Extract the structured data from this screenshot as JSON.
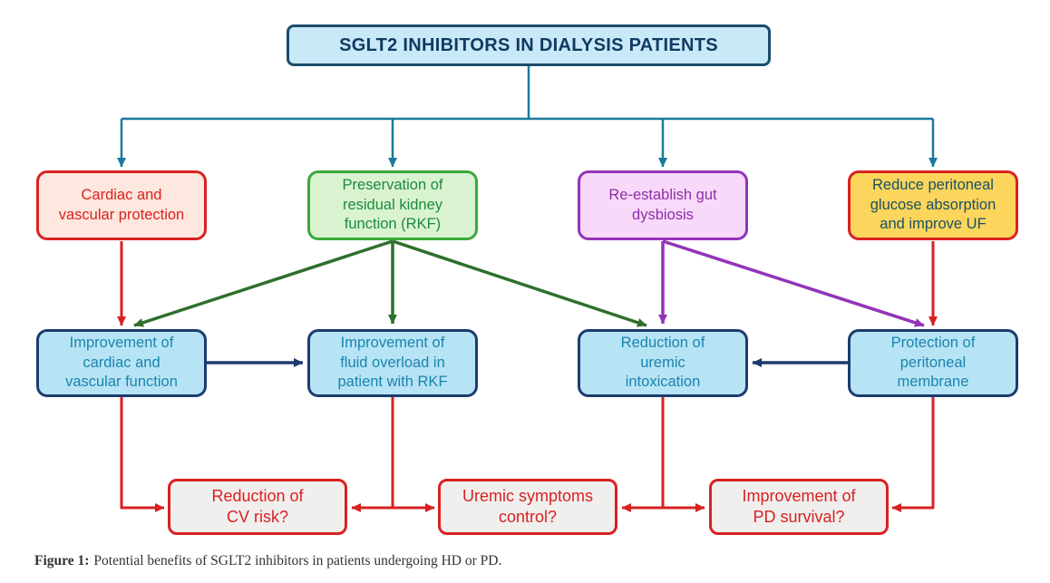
{
  "title": "SGLT2 INHIBITORS IN DIALYSIS PATIENTS",
  "nodes": {
    "mechanisms": [
      {
        "id": "cardiac-vascular-protection",
        "text": "Cardiac and\nvascular protection"
      },
      {
        "id": "preservation-rkf",
        "text": "Preservation of\nresidual kidney\nfunction (RKF)"
      },
      {
        "id": "gut-dysbiosis",
        "text": "Re-establish gut\ndysbiosis"
      },
      {
        "id": "peritoneal-glucose",
        "text": "Reduce peritoneal\nglucose absorption\nand improve UF"
      }
    ],
    "effects": [
      {
        "id": "cardiac-function",
        "text": "Improvement of\ncardiac and\nvascular function"
      },
      {
        "id": "fluid-overload",
        "text": "Improvement of\nfluid overload in\npatient with RKF"
      },
      {
        "id": "uremic-intoxication",
        "text": "Reduction of\nuremic\nintoxication"
      },
      {
        "id": "peritoneal-membrane",
        "text": "Protection of\nperitoneal\nmembrane"
      }
    ],
    "outcomes": [
      {
        "id": "cv-risk",
        "text": "Reduction of\nCV risk?"
      },
      {
        "id": "symptom-control",
        "text": "Uremic symptoms\ncontrol?"
      },
      {
        "id": "pd-survival",
        "text": "Improvement of\nPD survival?"
      }
    ]
  },
  "edges": [
    {
      "from": "title",
      "to": "cardiac-vascular-protection",
      "color": "teal"
    },
    {
      "from": "title",
      "to": "preservation-rkf",
      "color": "teal"
    },
    {
      "from": "title",
      "to": "gut-dysbiosis",
      "color": "teal"
    },
    {
      "from": "title",
      "to": "peritoneal-glucose",
      "color": "teal"
    },
    {
      "from": "cardiac-vascular-protection",
      "to": "cardiac-function",
      "color": "red"
    },
    {
      "from": "preservation-rkf",
      "to": "cardiac-function",
      "color": "green"
    },
    {
      "from": "preservation-rkf",
      "to": "fluid-overload",
      "color": "green"
    },
    {
      "from": "preservation-rkf",
      "to": "uremic-intoxication",
      "color": "green"
    },
    {
      "from": "gut-dysbiosis",
      "to": "uremic-intoxication",
      "color": "purple"
    },
    {
      "from": "gut-dysbiosis",
      "to": "peritoneal-membrane",
      "color": "purple"
    },
    {
      "from": "peritoneal-glucose",
      "to": "peritoneal-membrane",
      "color": "red"
    },
    {
      "from": "cardiac-function",
      "to": "fluid-overload",
      "color": "navy"
    },
    {
      "from": "peritoneal-membrane",
      "to": "uremic-intoxication",
      "color": "navy"
    },
    {
      "from": "cardiac-function",
      "to": "cv-risk",
      "color": "red"
    },
    {
      "from": "fluid-overload",
      "to": "cv-risk",
      "color": "red"
    },
    {
      "from": "fluid-overload",
      "to": "symptom-control",
      "color": "red"
    },
    {
      "from": "uremic-intoxication",
      "to": "symptom-control",
      "color": "red"
    },
    {
      "from": "uremic-intoxication",
      "to": "pd-survival",
      "color": "red"
    },
    {
      "from": "peritoneal-membrane",
      "to": "pd-survival",
      "color": "red"
    }
  ],
  "caption": {
    "label": "Figure 1:",
    "text": "Potential benefits of SGLT2 inhibitors in patients undergoing HD or PD."
  },
  "colors": {
    "teal-arrow": "#1b7a9c",
    "red-arrow": "#d92121",
    "green-arrow": "#2e6f2c",
    "purple-arrow": "#9334b8",
    "navy-arrow": "#1c3c6e",
    "title-fill": "#c9e9f8",
    "title-border": "#1c4c6e",
    "title-text": "#103a62",
    "peach-fill": "#fde7de",
    "red-border": "#d92121",
    "red-text": "#d92121",
    "green-fill": "#d9f3d0",
    "green-border": "#3aa93a",
    "green-text": "#1e8a3e",
    "pink-fill": "#f9d9f9",
    "purple-border": "#9334b8",
    "purple-text": "#8d2fa8",
    "yellow-fill": "#fbd55c",
    "yellow-text": "#1b5162",
    "blue-fill": "#b7e4f4",
    "navy-border": "#1c3c6e",
    "blue-text": "#1a84b0",
    "gray-fill": "#f0efed",
    "caption-text": "#333333"
  }
}
